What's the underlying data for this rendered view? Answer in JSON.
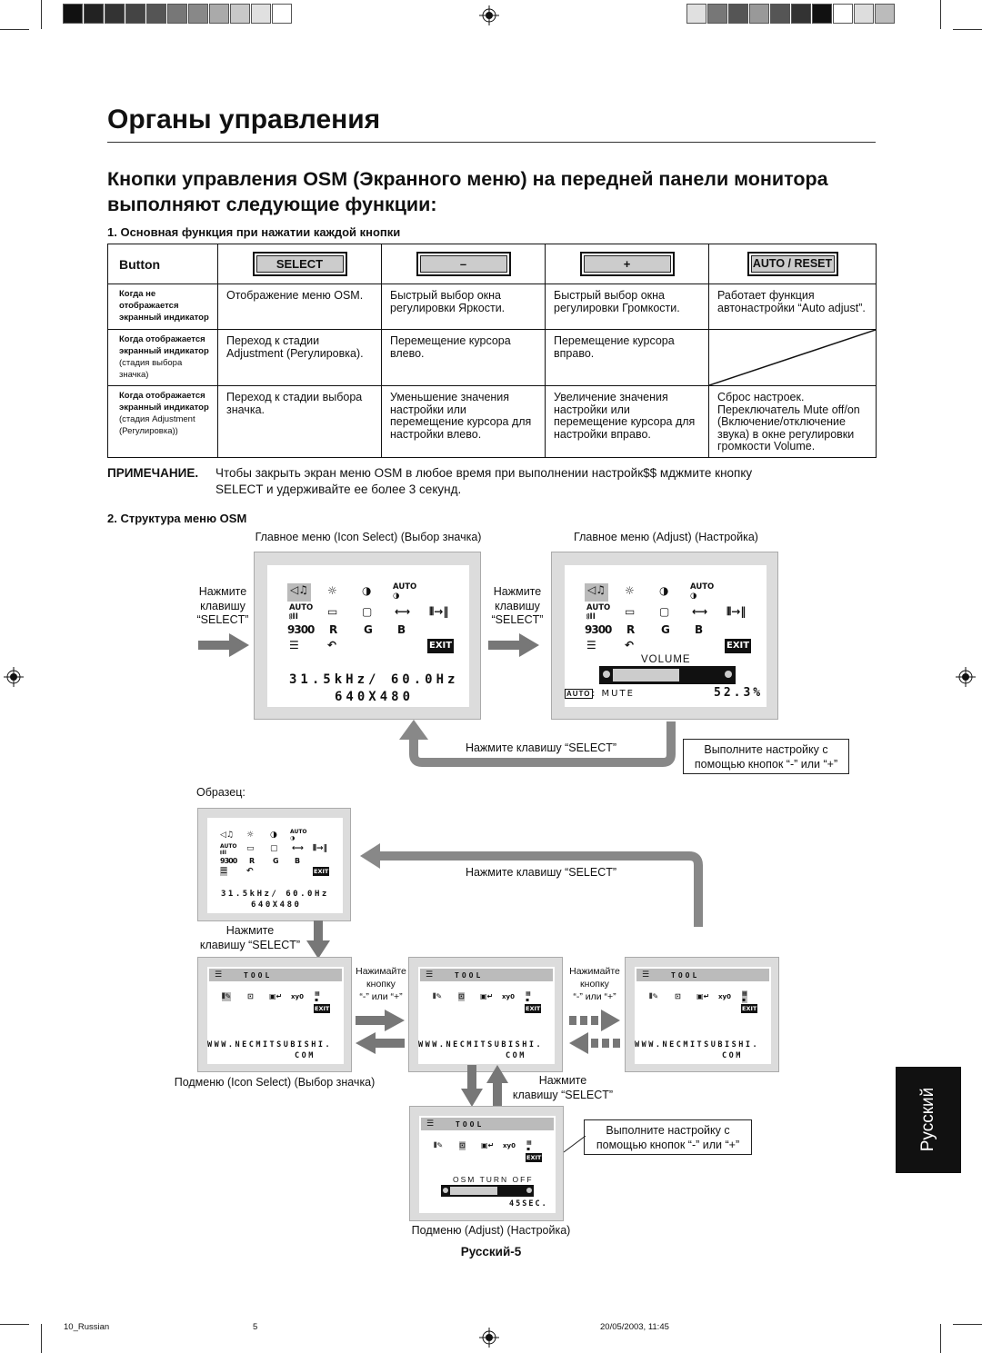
{
  "title": "Органы управления",
  "subtitle": "Кнопки управления OSM (Экранного меню) на передней панели монитора выполняют следующие функции:",
  "section1": "1. Основная функция при нажатии каждой кнопки",
  "table": {
    "header_label": "Button",
    "buttons": [
      "SELECT",
      "–",
      "+",
      "AUTO / RESET"
    ],
    "rows": [
      {
        "label_bold": "Когда не отображается экранный индикатор",
        "label_small": "",
        "cells": [
          "Отображение меню OSM.",
          "Быстрый выбор окна регулировки Яркости.",
          "Быстрый выбор окна регулировки Громкости.",
          "Работает функция автонастройки “Auto adjust”."
        ]
      },
      {
        "label_bold": "Когда отображается экранный индикатор",
        "label_small": "(стадия выбора значка)",
        "cells": [
          "Переход к стадии Adjustment (Регулировка).",
          "Перемещение курсора влево.",
          "Перемещение курсора вправо.",
          ""
        ]
      },
      {
        "label_bold": "Когда отображается экранный индикатор",
        "label_small": "(стадия Adjustment (Регулировка))",
        "cells": [
          "Переход к стадии выбора значка.",
          "Уменьшение значения настройки или перемещение курсора для настройки влево.",
          "Увеличение значения настройки или перемещение курсора для настройки вправо.",
          "Сброс настроек. Переключатель Mute off/on (Включение/отключение звука) в окне регулировки громкости Volume."
        ]
      }
    ]
  },
  "note": {
    "label": "ПРИМЕЧАНИЕ.",
    "line1": "Чтобы закрыть экран меню OSM в любое время при выполнении настройк$$ мджмите кнопку",
    "line2": "SELECT и удерживайте ее более 3 секунд."
  },
  "section2": "2. Структура меню OSM",
  "diagram": {
    "cap_main_icon": "Главное меню (Icon Select) (Выбор значка)",
    "cap_main_adjust": "Главное меню (Adjust) (Настройка)",
    "press_select_l1": "Нажмите",
    "press_select_l2": "клавишу",
    "press_select_l3": "“SELECT”",
    "press_select_inline": "Нажмите клавишу “SELECT”",
    "press_select_2line": "клавишу “SELECT”",
    "adjust_box_l1": "Выполните настройку с",
    "adjust_box_l2": "помощью кнопок “-” или “+”",
    "sample": "Образец:",
    "press_minus_plus_l1": "Нажимайте",
    "press_minus_plus_l2": "кнопку",
    "press_minus_plus_l3": "“-” или “+”",
    "cap_sub_icon": "Подменю (Icon Select) (Выбор значка)",
    "cap_sub_adjust": "Подменю (Adjust) (Настройка)",
    "osd_freq": "31.5kHz/ 60.0Hz",
    "osd_res": "640X480",
    "osd_volume": "VOLUME",
    "osd_auto": "AUTO",
    "osd_mute": ": MUTE",
    "osd_percent": "52.3%",
    "osd_9300": "9300",
    "osd_r": "R",
    "osd_g": "G",
    "osd_b": "B",
    "osd_exit": "EXIT",
    "osd_tool": "TOOL",
    "osd_url1": "WWW.NECMITSUBISHI.",
    "osd_url2": "COM",
    "osd_turnoff": "OSM TURN OFF",
    "osd_sec": "45SEC."
  },
  "page_label": "Русский-5",
  "side_tab": "Русский",
  "footer": {
    "file": "10_Russian",
    "page": "5",
    "date": "20/05/2003, 11:45"
  }
}
